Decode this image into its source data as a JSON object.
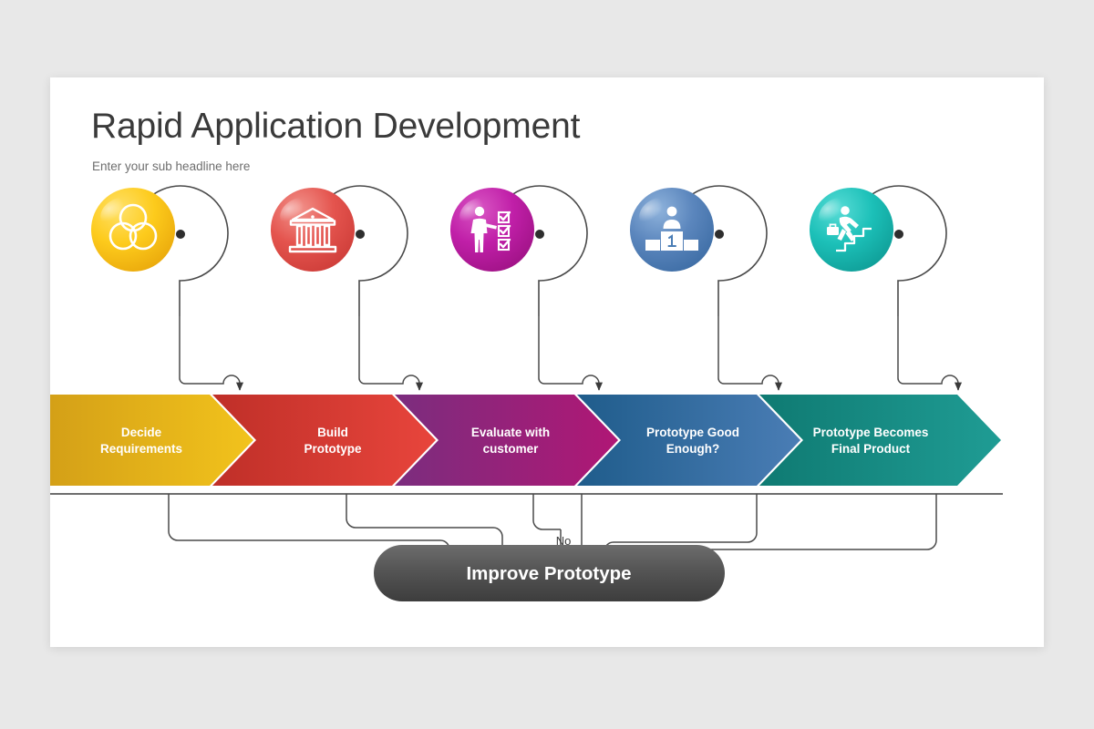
{
  "header": {
    "title": "Rapid Application Development",
    "subtitle": "Enter your sub headline  here"
  },
  "canvas": {
    "background_color": "#e8e8e8",
    "slide_color": "#ffffff"
  },
  "steps": [
    {
      "index": 1,
      "label_line1": "Decide",
      "label_line2": "Requirements",
      "icon": "venn-circles-icon",
      "color_dark": "#d4a017",
      "color_light": "#f2c31c",
      "bubble_dark": "#f0b90f",
      "bubble_light": "#ffd940"
    },
    {
      "index": 2,
      "label_line1": "Build",
      "label_line2": "Prototype",
      "icon": "bank-building-icon",
      "color_dark": "#bf2f28",
      "color_light": "#e8453c",
      "bubble_dark": "#d84a45",
      "bubble_light": "#f07b72"
    },
    {
      "index": 3,
      "label_line1": "Evaluate with",
      "label_line2": "customer",
      "icon": "person-checklist-icon",
      "color_dark": "#7b2d7e",
      "color_light": "#b01775",
      "bubble_dark": "#a3179b",
      "bubble_light": "#d12bb0"
    },
    {
      "index": 4,
      "label_line1": "Prototype Good",
      "label_line2": "Enough?",
      "icon": "podium-winner-icon",
      "color_dark": "#1f5c8b",
      "color_light": "#4a7db5",
      "bubble_dark": "#3f6fa8",
      "bubble_light": "#7aa3d0"
    },
    {
      "index": 5,
      "label_line1": "Prototype Becomes",
      "label_line2": "Final Product",
      "icon": "stairs-climb-icon",
      "color_dark": "#0f7a72",
      "color_light": "#23b5b0",
      "bubble_dark": "#14a8a0",
      "bubble_light": "#35d2cc"
    }
  ],
  "feedback": {
    "pill_label": "Improve Prototype",
    "pill_color_dark": "#3f3f3f",
    "pill_color_light": "#6a6a6a",
    "branch_label": "No",
    "line_color": "#4a4a4a"
  }
}
